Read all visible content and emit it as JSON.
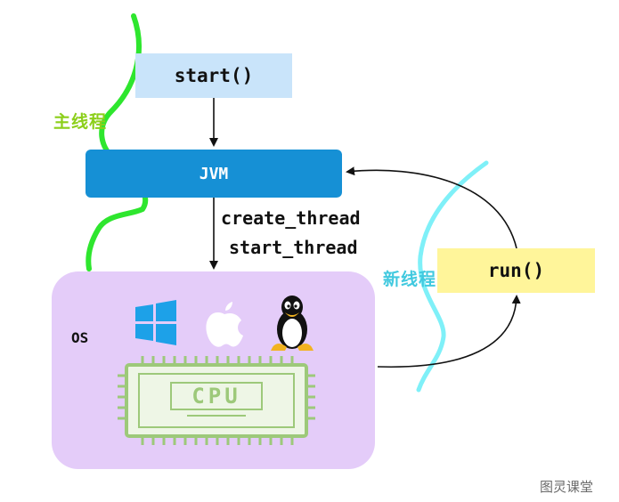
{
  "nodes": {
    "start": "start()",
    "jvm": "JVM",
    "os": "OS",
    "run": "run()"
  },
  "edge_labels": {
    "create": "create_thread",
    "start_thread": "start_thread"
  },
  "thread_labels": {
    "main": "主线程",
    "new": "新线程"
  },
  "chip_label": "CPU",
  "watermark": "图灵课堂",
  "colors": {
    "start_box": "#c9e4fa",
    "jvm_box": "#1690d5",
    "os_box": "#e4ccf9",
    "run_box": "#fff59a",
    "main_thread": "#2ee62e",
    "new_thread": "#7ff0f8",
    "cpu_chip": "#9dc97a"
  },
  "icons": [
    "windows-icon",
    "apple-icon",
    "linux-tux-icon",
    "cpu-chip-icon"
  ]
}
